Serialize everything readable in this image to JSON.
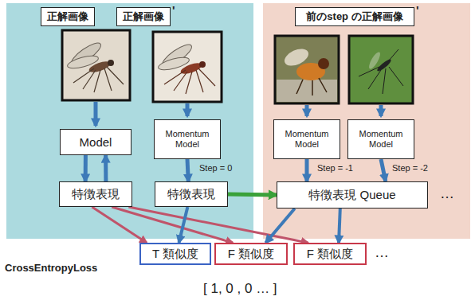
{
  "diagram": {
    "nodes": [
      {
        "text": [
          "正解画像"
        ]
      },
      {
        "text": [
          "正解画像",
          "'"
        ]
      },
      {
        "text": [
          "前のstep の正解画像",
          "'"
        ]
      },
      {
        "text": [
          "Model"
        ]
      },
      {
        "text": [
          "Momentum Model"
        ]
      },
      {
        "text": [
          "Momentum Model"
        ]
      },
      {
        "text": [
          "Momentum Model"
        ]
      },
      {
        "text": [
          "特徴表現"
        ]
      },
      {
        "text": [
          "特徴表現"
        ]
      },
      {
        "text": [
          "特徴表現 Queue"
        ]
      },
      {
        "text": [
          "T 類似度"
        ]
      },
      {
        "text": [
          "F 類似度"
        ]
      },
      {
        "text": [
          "F 類似度"
        ]
      }
    ],
    "edges": [
      {
        "from": 3,
        "to": 7,
        "arrow": "to"
      },
      {
        "from": 7,
        "to": 3,
        "arrow": "to"
      },
      {
        "from": 4,
        "to": 8,
        "arrow": "to"
      },
      {
        "from": 8,
        "to": 9,
        "arrow": "to"
      },
      {
        "from": 5,
        "to": 9,
        "arrow": "to"
      },
      {
        "from": 6,
        "to": 9,
        "arrow": "to"
      },
      {
        "from": 7,
        "to": 10,
        "arrow": "to"
      },
      {
        "from": 7,
        "to": 11,
        "arrow": "to"
      },
      {
        "from": 7,
        "to": 12,
        "arrow": "to"
      },
      {
        "from": 8,
        "to": 10,
        "arrow": "to"
      },
      {
        "from": 9,
        "to": 11,
        "arrow": "to"
      },
      {
        "from": 9,
        "to": 12,
        "arrow": "to"
      }
    ],
    "labels": [
      "Step = 0",
      "Step = -1",
      "Step = -2",
      "…",
      "…",
      "CrossEntropyLoss",
      "[ 1, 0 , 0 … ]"
    ]
  }
}
